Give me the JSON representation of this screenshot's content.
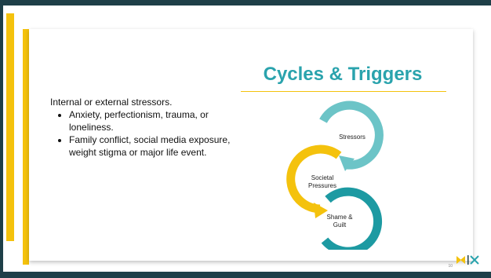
{
  "slide": {
    "title": "Cycles & Triggers",
    "intro": "Internal or external stressors.",
    "bullets": [
      "Anxiety, perfectionism, trauma, or loneliness.",
      "Family conflict, social media exposure, weight stigma or major life event."
    ],
    "page_number": "10"
  },
  "cycle": {
    "steps": [
      {
        "label": "Stressors",
        "color": "#6cc4c7"
      },
      {
        "label": "Societal Pressures",
        "color": "#f4c20d"
      },
      {
        "label": "Shame & Guilt",
        "color": "#1d9aa2"
      }
    ]
  },
  "colors": {
    "accent_gold": "#f4c20d",
    "title_teal": "#2aa3ad",
    "dark_frame": "#1e3f48"
  },
  "logo": {
    "icon": "organization-logo-icon"
  }
}
